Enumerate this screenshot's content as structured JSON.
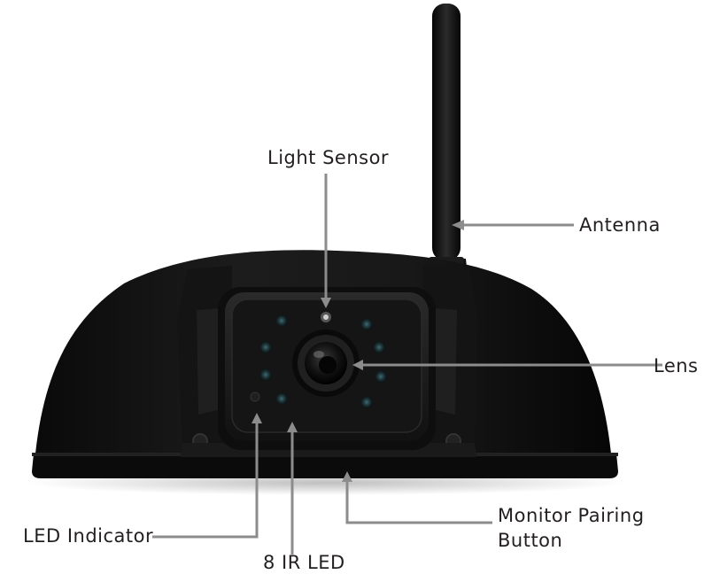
{
  "labels": {
    "light_sensor": "Light Sensor",
    "antenna": "Antenna",
    "lens": "Lens",
    "led_indicator": "LED Indicator",
    "ir_led": "8 IR LED",
    "pairing_line1": "Monitor Pairing",
    "pairing_line2": "Button"
  },
  "colors": {
    "callout_line": "#8c8c8c",
    "housing": "#101010",
    "text": "#231f20"
  }
}
